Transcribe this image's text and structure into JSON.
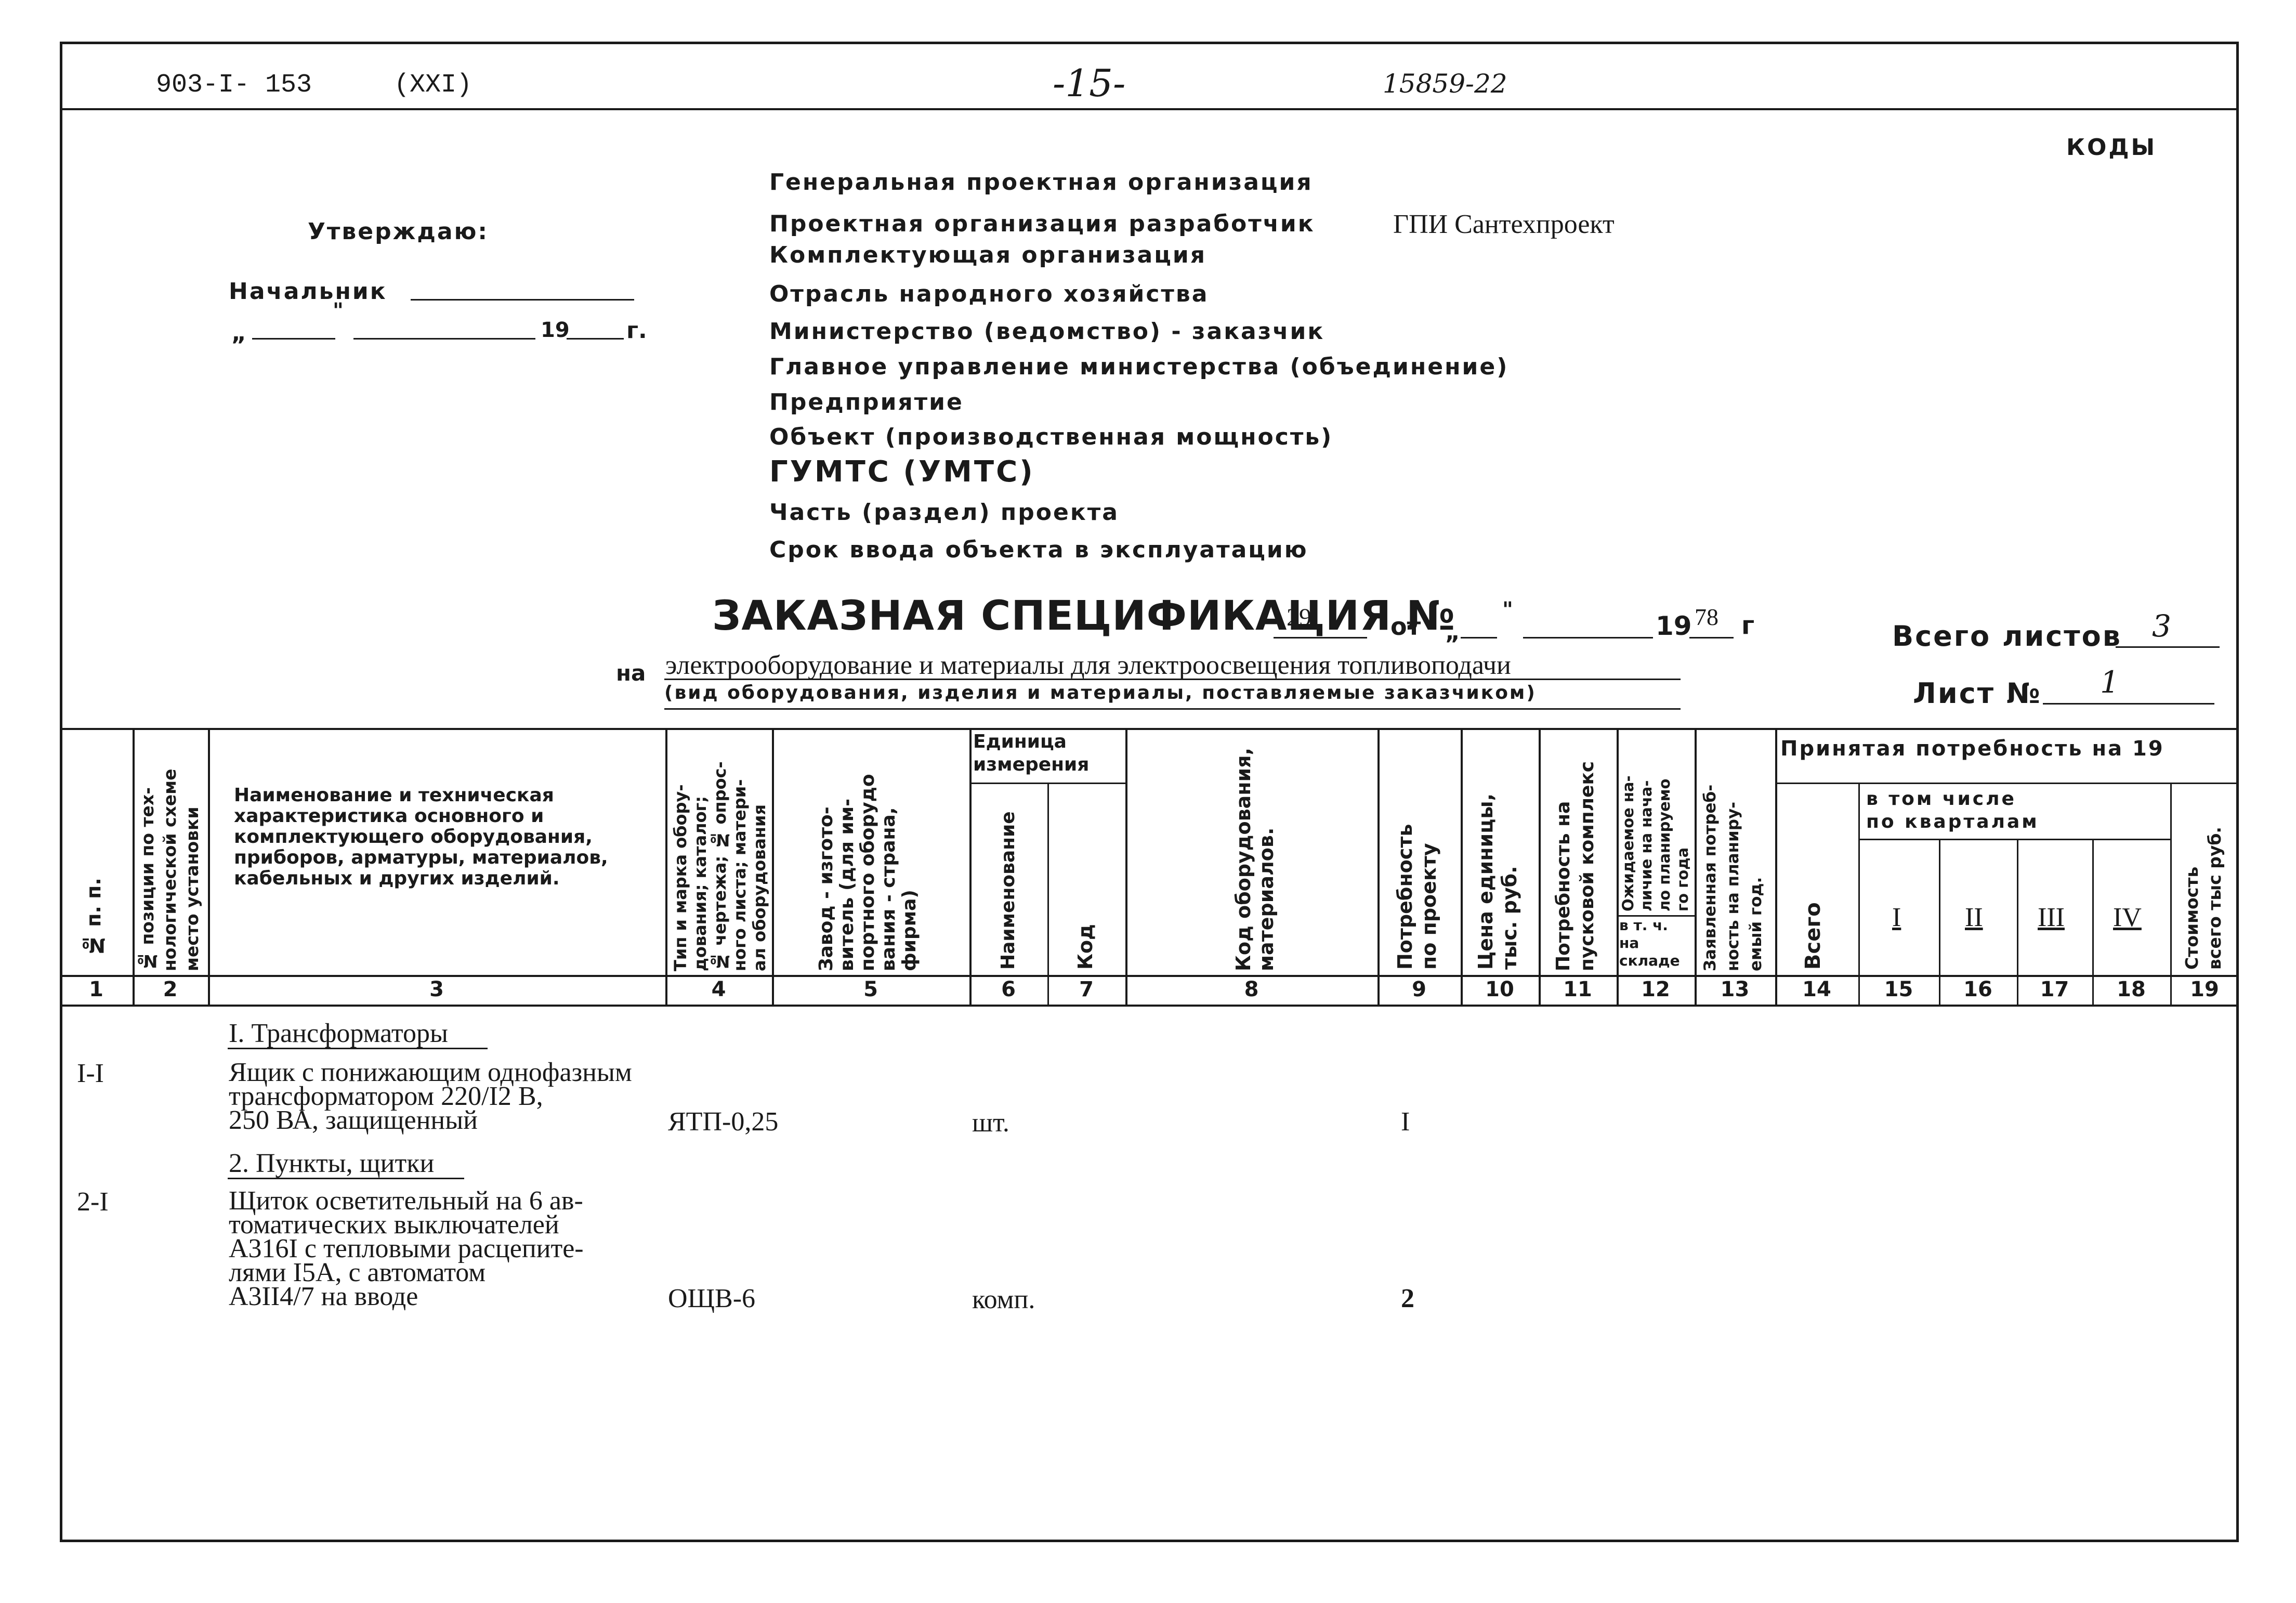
{
  "header": {
    "code": "903-I- 153",
    "series": "(XXI)",
    "page": "-15-",
    "doc_no": "15859-22"
  },
  "codes_label": "КОДЫ",
  "approval": {
    "approve": "Утверждаю:",
    "chief": "Начальник",
    "date_quote": "\"",
    "date_open": "„",
    "year": "19",
    "year_suffix": "г."
  },
  "org_fields": [
    "Генеральная проектная организация",
    "Проектная организация разработчик",
    "Комплектующая организация",
    "Отрасль народного хозяйства",
    "Министерство (ведомство) - заказчик",
    "Главное управление министерства (объединение)",
    "Предприятие",
    "Объект (производственная мощность)",
    "ГУМТС (УМТС)",
    "Часть (раздел) проекта",
    "Срок ввода объекта в эксплуатацию"
  ],
  "developer": "ГПИ Сантехпроект",
  "spec": {
    "title": "ЗАКАЗНАЯ СПЕЦИФИКАЦИЯ №",
    "number": "29",
    "from": "от",
    "quote_open": "„",
    "quote_close": "\"",
    "year_prefix": "19",
    "year": "78",
    "year_suffix": "г",
    "on_label": "на",
    "subject": "электрооборудование и материалы для электроосвещения топливоподачи",
    "subject_note": "(вид оборудования, изделия и материалы, поставляемые заказчиком)"
  },
  "sheets": {
    "total_label": "Всего листов",
    "total": "3",
    "sheet_label": "Лист №",
    "sheet": "1"
  },
  "columns": {
    "c1": "№ п. п.",
    "c2": "№ позиции по тех-\nнологической схеме\nместо установки",
    "c3": "Наименование и техническая\nхарактеристика основного и\nкомплектующего оборудования,\nприборов, арматуры, материалов,\nкабельных и других изделий.",
    "c4": "Тип и марка обору-\nдования; каталог;\n№ чертежа; № опрос-\nного листа; матери-\nал оборудования",
    "c5": "Завод - изгото-\nвитель (для им-\nпортного оборудо\nвания - страна,\nфирма)",
    "unit_group": "Единица\nизмерения",
    "c6": "Наименование",
    "c7": "Код",
    "c8": "Код оборудования,\nматериалов.",
    "c9": "Потребность\nпо проекту",
    "c10": "Цена единицы,\nтыс. руб.",
    "c11": "Потребность на\nпусковой комплекс",
    "c12_top": "Ожидаемое на-\nличие на нача-\nло планируемо\nго года",
    "c12_bottom": "в т. ч.\nна\nскладе",
    "c13": "Заявленная потреб-\nность на планиру-\nемый год.",
    "accepted": "Принятая потребность на 19",
    "c14": "Всего",
    "quarters_group": "в том числе\nпо кварталам",
    "q1": "I",
    "q2": "II",
    "q3": "III",
    "q4": "IV",
    "c19": "Стоимость\nвсего тыс руб."
  },
  "col_numbers": [
    "1",
    "2",
    "3",
    "4",
    "5",
    "6",
    "7",
    "8",
    "9",
    "10",
    "11",
    "12",
    "13",
    "14",
    "15",
    "16",
    "17",
    "18",
    "19"
  ],
  "sections": [
    {
      "title": "I. Трансформаторы",
      "items": [
        {
          "pos": "I-I",
          "name": "Ящик с понижающим однофазным\nтрансформатором 220/I2 В,\n250 ВА, защищенный",
          "type": "ЯТП-0,25",
          "unit": "шт.",
          "qty": "I"
        }
      ]
    },
    {
      "title": "2. Пункты, щитки",
      "items": [
        {
          "pos": "2-I",
          "name": "Щиток осветительный на 6 ав-\nтоматических выключателей\nА316I с тепловыми расцепите-\nлями I5А, с автоматом\nА3II4/7 на вводе",
          "type": "ОЩВ-6",
          "unit": "комп.",
          "qty": "2"
        }
      ]
    }
  ]
}
